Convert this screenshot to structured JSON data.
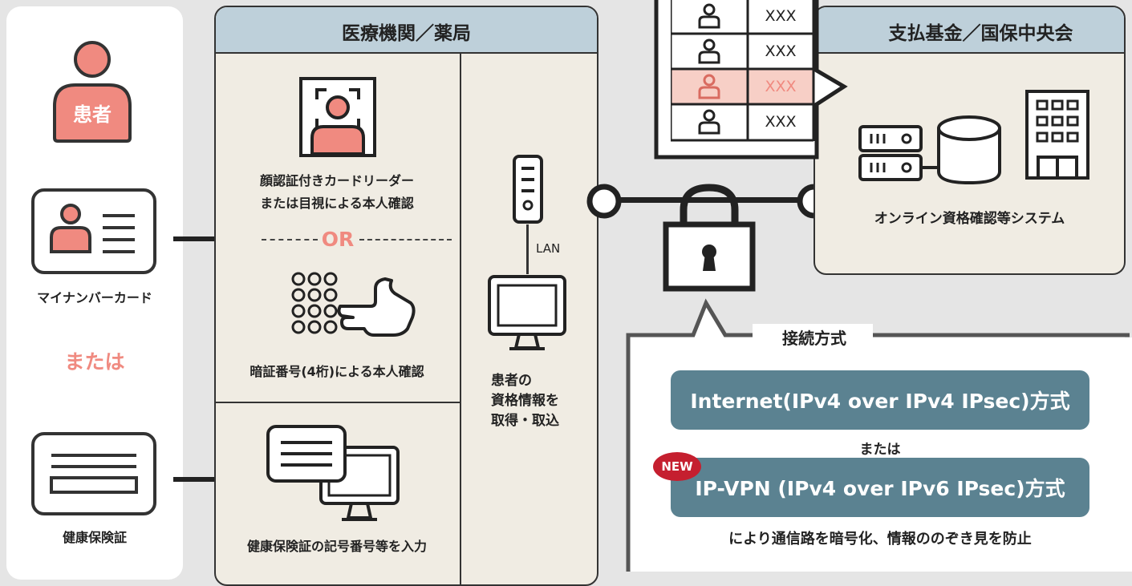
{
  "patient": {
    "badge": "患者",
    "mynumber_label": "マイナンバーカード",
    "or_label": "または",
    "insurance_label": "健康保険証"
  },
  "medical": {
    "title": "医療機関／薬局",
    "face_label_1": "顔認証付きカードリーダー",
    "face_label_2": "または目視による本人確認",
    "or_divider": "OR",
    "pin_label": "暗証番号(4桁)による本人確認",
    "insurance_input": "健康保険証の記号番号等を入力",
    "lan_label": "LAN",
    "acquire_1": "患者の",
    "acquire_2": "資格情報を",
    "acquire_3": "取得・取込"
  },
  "records": {
    "values": [
      "XXX",
      "XXX",
      "XXX",
      "XXX"
    ],
    "highlight_index": 2
  },
  "fund": {
    "title": "支払基金／国保中央会",
    "system_label": "オンライン資格確認等システム"
  },
  "connection": {
    "title": "接続方式",
    "method_1": "Internet(IPv4 over IPv4 IPsec)方式",
    "separator": "または",
    "new_badge": "NEW",
    "method_2": "IP-VPN (IPv4 over IPv6 IPsec)方式",
    "footer": "により通信路を暗号化、情報ののぞき見を防止"
  },
  "colors": {
    "accent_salmon": "#f08a80",
    "header_blue": "#bed0da",
    "pill_teal": "#5b8291",
    "panel_beige": "#f0ece3",
    "new_red": "#c51f2f"
  }
}
